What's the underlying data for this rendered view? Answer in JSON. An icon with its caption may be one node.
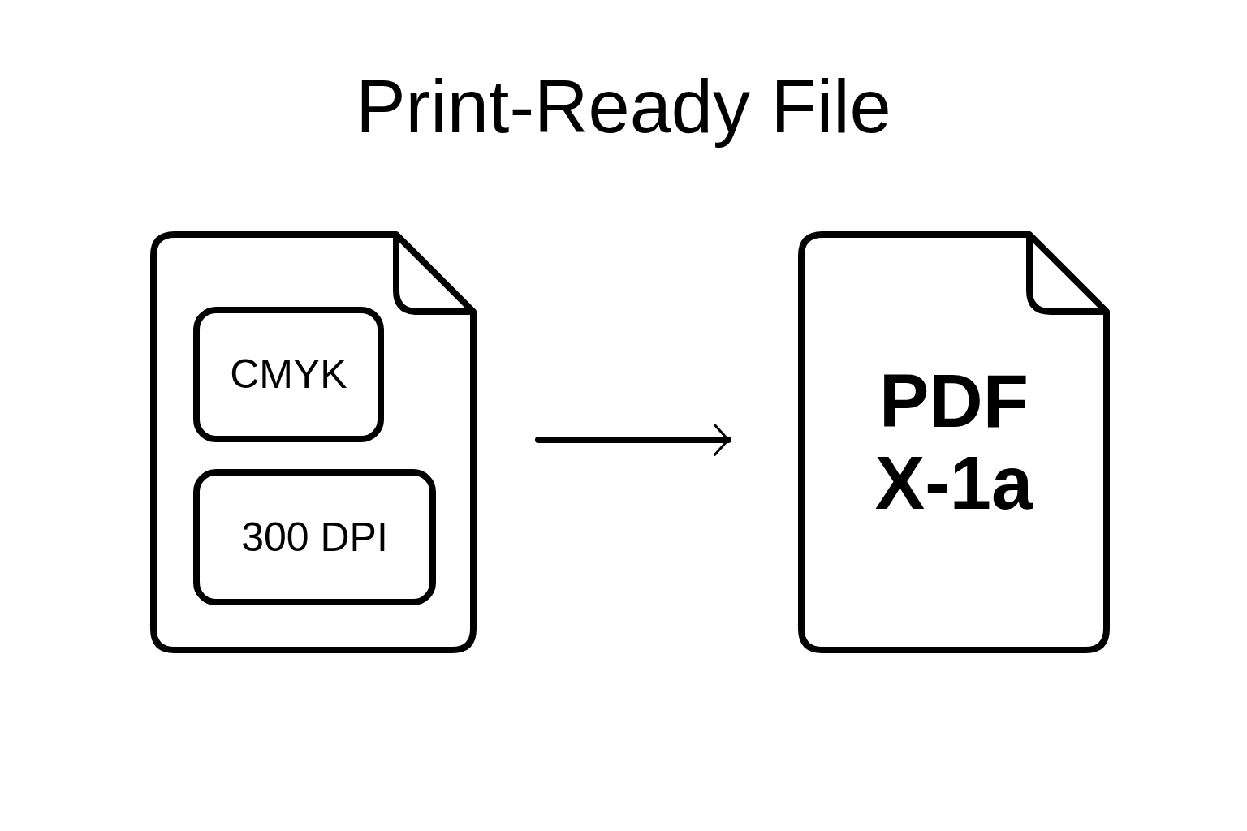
{
  "diagram": {
    "title": "Print-Ready File",
    "nodes": [
      {
        "text": [],
        "shape": "document"
      },
      {
        "text": [
          "CMYK"
        ],
        "in": 0
      },
      {
        "text": [
          "300 DPI"
        ],
        "in": 0
      },
      {
        "text": [
          "PDF X-1a"
        ]
      }
    ],
    "edges": [
      {
        "from": 0,
        "to": 3,
        "arrow": "to"
      }
    ]
  }
}
